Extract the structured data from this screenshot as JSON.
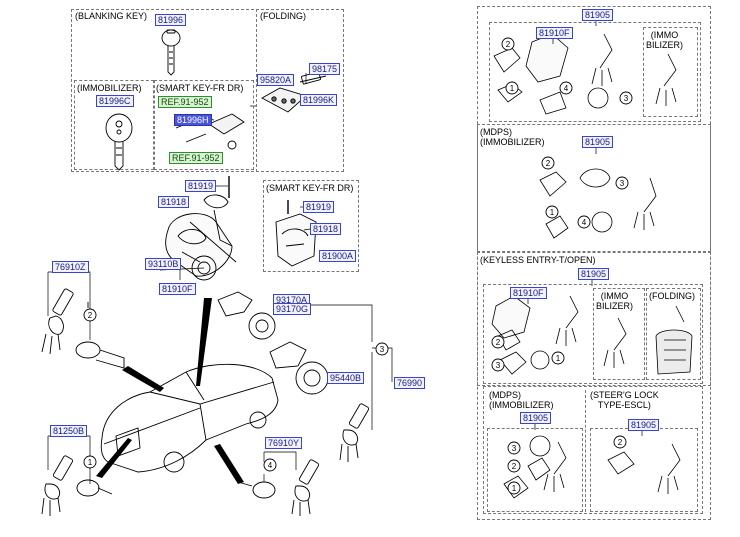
{
  "sections": {
    "blanking_key": "(BLANKING KEY)",
    "folding": "(FOLDING)",
    "immobilizer": "(IMMOBILIZER)",
    "smart_key_fr_dr": "(SMART KEY-FR DR)",
    "smart_key_fr_dr_2": "(SMART KEY-FR DR)",
    "immo_bilizer": "(IMMO\nBILIZER)",
    "mdps_immobilizer": "(MDPS)\n(IMMOBILIZER)",
    "keyless": "(KEYLESS ENTRY-T/OPEN)",
    "immo_bilizer_2": "(IMMO\nBILIZER)",
    "folding_2": "(FOLDING)",
    "mdps_immobilizer_2": "(MDPS)\n(IMMOBILIZER)",
    "steer_lock": "(STEER'G LOCK\nTYPE-ESCL)"
  },
  "parts": {
    "p81996": "81996",
    "p98175": "98175",
    "p95820A": "95820A",
    "p81996K": "81996K",
    "p81996C": "81996C",
    "ref1": "REF.91-952",
    "p81996H": "81996H",
    "ref2": "REF.91-952",
    "p81919a": "81919",
    "p81918a": "81918",
    "p93110B": "93110B",
    "p81910Fa": "81910F",
    "p81919b": "81919",
    "p81918b": "81918",
    "p81900A": "81900A",
    "p76910Z": "76910Z",
    "p93170A": "93170A",
    "p93170G": "93170G",
    "p95440B": "95440B",
    "p76990": "76990",
    "p81250B": "81250B",
    "p76910Y": "76910Y",
    "r81905a": "81905",
    "r81910Fa": "81910F",
    "r81905b": "81905",
    "r81905c": "81905",
    "r81910Fb": "81910F",
    "r81905d": "81905",
    "r81905e": "81905"
  },
  "callouts": [
    "1",
    "2",
    "3",
    "4"
  ]
}
